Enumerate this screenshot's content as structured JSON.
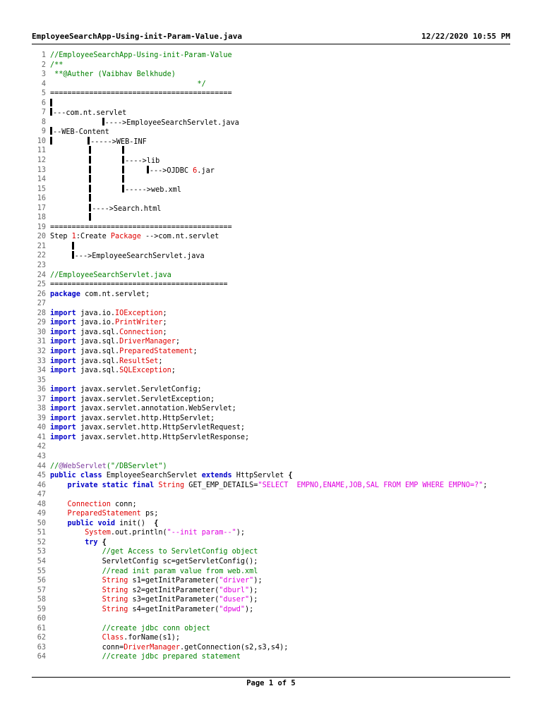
{
  "header": {
    "file_name": "EmployeeSearchApp-Using-init-Param-Value.java",
    "timestamp": "12/22/2020 10:55 PM"
  },
  "footer": {
    "page_label": "Page 1 of 5"
  },
  "colors": {
    "comment": "#008000",
    "keyword": "#0000c8",
    "type": "#e00000",
    "string": "#e000e0"
  },
  "lines": [
    {
      "n": "1",
      "t": [
        [
          "c",
          "//EmployeeSearchApp-Using-init-Param-Value"
        ]
      ]
    },
    {
      "n": "2",
      "t": [
        [
          "c",
          "/**"
        ]
      ]
    },
    {
      "n": "3",
      "t": [
        [
          "c",
          " **@Auther (Vaibhav Belkhude)"
        ]
      ]
    },
    {
      "n": "4",
      "t": [
        [
          "c",
          "                                  */"
        ]
      ]
    },
    {
      "n": "5",
      "t": [
        [
          "n",
          "=========================================="
        ]
      ]
    },
    {
      "n": "6",
      "t": [
        [
          "bar",
          ""
        ]
      ]
    },
    {
      "n": "7",
      "t": [
        [
          "bar",
          ""
        ],
        [
          "n",
          "---com.nt.servlet"
        ]
      ]
    },
    {
      "n": "8",
      "t": [
        [
          "n",
          "            "
        ],
        [
          "bar",
          ""
        ],
        [
          "n",
          "---->EmployeeSearchServlet.java"
        ]
      ]
    },
    {
      "n": "9",
      "t": [
        [
          "bar",
          ""
        ],
        [
          "n",
          "--WEB-Content"
        ]
      ]
    },
    {
      "n": "10",
      "t": [
        [
          "bar",
          ""
        ],
        [
          "n",
          "        "
        ],
        [
          "bar",
          ""
        ],
        [
          "n",
          "----->WEB-INF"
        ]
      ]
    },
    {
      "n": "11",
      "t": [
        [
          "n",
          "         "
        ],
        [
          "bar",
          ""
        ],
        [
          "n",
          "       "
        ],
        [
          "bar",
          ""
        ]
      ]
    },
    {
      "n": "12",
      "t": [
        [
          "n",
          "         "
        ],
        [
          "bar",
          ""
        ],
        [
          "n",
          "       "
        ],
        [
          "bar",
          ""
        ],
        [
          "n",
          "---->lib"
        ]
      ]
    },
    {
      "n": "13",
      "t": [
        [
          "n",
          "         "
        ],
        [
          "bar",
          ""
        ],
        [
          "n",
          "       "
        ],
        [
          "bar",
          ""
        ],
        [
          "n",
          "     "
        ],
        [
          "bar",
          ""
        ],
        [
          "n",
          "--->OJDBC "
        ],
        [
          "t",
          "6"
        ],
        [
          "n",
          ".jar"
        ]
      ]
    },
    {
      "n": "14",
      "t": [
        [
          "n",
          "         "
        ],
        [
          "bar",
          ""
        ],
        [
          "n",
          "       "
        ],
        [
          "bar",
          ""
        ]
      ]
    },
    {
      "n": "15",
      "t": [
        [
          "n",
          "         "
        ],
        [
          "bar",
          ""
        ],
        [
          "n",
          "       "
        ],
        [
          "bar",
          ""
        ],
        [
          "n",
          "----->web.xml"
        ]
      ]
    },
    {
      "n": "16",
      "t": [
        [
          "n",
          "         "
        ],
        [
          "bar",
          ""
        ]
      ]
    },
    {
      "n": "17",
      "t": [
        [
          "n",
          "         "
        ],
        [
          "bar",
          ""
        ],
        [
          "n",
          "---->Search.html"
        ]
      ]
    },
    {
      "n": "18",
      "t": [
        [
          "n",
          "         "
        ],
        [
          "bar",
          ""
        ]
      ]
    },
    {
      "n": "19",
      "t": [
        [
          "n",
          "=========================================="
        ]
      ]
    },
    {
      "n": "20",
      "t": [
        [
          "n",
          "Step "
        ],
        [
          "t",
          "1"
        ],
        [
          "n",
          ":Create "
        ],
        [
          "t",
          "Package"
        ],
        [
          "n",
          " -->com.nt.servlet"
        ]
      ]
    },
    {
      "n": "21",
      "t": [
        [
          "n",
          "     "
        ],
        [
          "bar",
          ""
        ]
      ]
    },
    {
      "n": "22",
      "t": [
        [
          "n",
          "     "
        ],
        [
          "bar",
          ""
        ],
        [
          "n",
          "--->EmployeeSearchServlet.java"
        ]
      ]
    },
    {
      "n": "23",
      "t": [
        [
          "n",
          ""
        ]
      ]
    },
    {
      "n": "24",
      "t": [
        [
          "c",
          "//EmployeeSearchServlet.java"
        ]
      ]
    },
    {
      "n": "25",
      "t": [
        [
          "n",
          "========================================="
        ]
      ]
    },
    {
      "n": "26",
      "t": [
        [
          "k",
          "package"
        ],
        [
          "n",
          " com.nt.servlet;"
        ]
      ]
    },
    {
      "n": "27",
      "t": [
        [
          "n",
          ""
        ]
      ]
    },
    {
      "n": "28",
      "t": [
        [
          "k",
          "import"
        ],
        [
          "n",
          " java.io."
        ],
        [
          "t",
          "IOException"
        ],
        [
          "n",
          ";"
        ]
      ]
    },
    {
      "n": "29",
      "t": [
        [
          "k",
          "import"
        ],
        [
          "n",
          " java.io."
        ],
        [
          "t",
          "PrintWriter"
        ],
        [
          "n",
          ";"
        ]
      ]
    },
    {
      "n": "30",
      "t": [
        [
          "k",
          "import"
        ],
        [
          "n",
          " java.sql."
        ],
        [
          "t",
          "Connection"
        ],
        [
          "n",
          ";"
        ]
      ]
    },
    {
      "n": "31",
      "t": [
        [
          "k",
          "import"
        ],
        [
          "n",
          " java.sql."
        ],
        [
          "t",
          "DriverManager"
        ],
        [
          "n",
          ";"
        ]
      ]
    },
    {
      "n": "32",
      "t": [
        [
          "k",
          "import"
        ],
        [
          "n",
          " java.sql."
        ],
        [
          "t",
          "PreparedStatement"
        ],
        [
          "n",
          ";"
        ]
      ]
    },
    {
      "n": "33",
      "t": [
        [
          "k",
          "import"
        ],
        [
          "n",
          " java.sql."
        ],
        [
          "t",
          "ResultSet"
        ],
        [
          "n",
          ";"
        ]
      ]
    },
    {
      "n": "34",
      "t": [
        [
          "k",
          "import"
        ],
        [
          "n",
          " java.sql."
        ],
        [
          "t",
          "SQLException"
        ],
        [
          "n",
          ";"
        ]
      ]
    },
    {
      "n": "35",
      "t": [
        [
          "n",
          ""
        ]
      ]
    },
    {
      "n": "36",
      "t": [
        [
          "k",
          "import"
        ],
        [
          "n",
          " javax.servlet.ServletConfig;"
        ]
      ]
    },
    {
      "n": "37",
      "t": [
        [
          "k",
          "import"
        ],
        [
          "n",
          " javax.servlet.ServletException;"
        ]
      ]
    },
    {
      "n": "38",
      "t": [
        [
          "k",
          "import"
        ],
        [
          "n",
          " javax.servlet.annotation.WebServlet;"
        ]
      ]
    },
    {
      "n": "39",
      "t": [
        [
          "k",
          "import"
        ],
        [
          "n",
          " javax.servlet.http.HttpServlet;"
        ]
      ]
    },
    {
      "n": "40",
      "t": [
        [
          "k",
          "import"
        ],
        [
          "n",
          " javax.servlet.http.HttpServletRequest;"
        ]
      ]
    },
    {
      "n": "41",
      "t": [
        [
          "k",
          "import"
        ],
        [
          "n",
          " javax.servlet.http.HttpServletResponse;"
        ]
      ]
    },
    {
      "n": "42",
      "t": [
        [
          "n",
          ""
        ]
      ]
    },
    {
      "n": "43",
      "t": [
        [
          "n",
          ""
        ]
      ]
    },
    {
      "n": "44",
      "t": [
        [
          "c",
          "//"
        ],
        [
          "ann",
          "@WebServlet"
        ],
        [
          "c",
          "(\"/DBServlet\")"
        ]
      ]
    },
    {
      "n": "45",
      "t": [
        [
          "k",
          "public class"
        ],
        [
          "n",
          " EmployeeSearchServlet "
        ],
        [
          "k",
          "extends"
        ],
        [
          "n",
          " HttpServlet "
        ],
        [
          "b",
          "{"
        ]
      ]
    },
    {
      "n": "46",
      "t": [
        [
          "n",
          "    "
        ],
        [
          "k",
          "private static final"
        ],
        [
          "n",
          " "
        ],
        [
          "t",
          "String"
        ],
        [
          "n",
          " GET_EMP_DETAILS="
        ],
        [
          "s",
          "\"SELECT  EMPNO,ENAME,JOB,SAL FROM EMP WHERE EMPNO=?\""
        ],
        [
          "n",
          ";"
        ]
      ]
    },
    {
      "n": "47",
      "t": [
        [
          "n",
          ""
        ]
      ]
    },
    {
      "n": "48",
      "t": [
        [
          "n",
          "    "
        ],
        [
          "t",
          "Connection"
        ],
        [
          "n",
          " conn;"
        ]
      ]
    },
    {
      "n": "49",
      "t": [
        [
          "n",
          "    "
        ],
        [
          "t",
          "PreparedStatement"
        ],
        [
          "n",
          " ps;"
        ]
      ]
    },
    {
      "n": "50",
      "t": [
        [
          "n",
          "    "
        ],
        [
          "k",
          "public void"
        ],
        [
          "n",
          " init()  "
        ],
        [
          "b",
          "{"
        ]
      ]
    },
    {
      "n": "51",
      "t": [
        [
          "n",
          "        "
        ],
        [
          "t",
          "System"
        ],
        [
          "n",
          ".out.println("
        ],
        [
          "s",
          "\"--init param--\""
        ],
        [
          "n",
          ");"
        ]
      ]
    },
    {
      "n": "52",
      "t": [
        [
          "n",
          "        "
        ],
        [
          "k",
          "try"
        ],
        [
          "n",
          " "
        ],
        [
          "b",
          "{"
        ]
      ]
    },
    {
      "n": "53",
      "t": [
        [
          "n",
          "            "
        ],
        [
          "c",
          "//get Access to ServletConfig object"
        ]
      ]
    },
    {
      "n": "54",
      "t": [
        [
          "n",
          "            ServletConfig sc=getServletConfig();"
        ]
      ]
    },
    {
      "n": "55",
      "t": [
        [
          "n",
          "            "
        ],
        [
          "c",
          "//read init param value from web.xml"
        ]
      ]
    },
    {
      "n": "56",
      "t": [
        [
          "n",
          "            "
        ],
        [
          "t",
          "String"
        ],
        [
          "n",
          " s1=getInitParameter("
        ],
        [
          "s",
          "\"driver\""
        ],
        [
          "n",
          ");"
        ]
      ]
    },
    {
      "n": "57",
      "t": [
        [
          "n",
          "            "
        ],
        [
          "t",
          "String"
        ],
        [
          "n",
          " s2=getInitParameter("
        ],
        [
          "s",
          "\"dburl\""
        ],
        [
          "n",
          ");"
        ]
      ]
    },
    {
      "n": "58",
      "t": [
        [
          "n",
          "            "
        ],
        [
          "t",
          "String"
        ],
        [
          "n",
          " s3=getInitParameter("
        ],
        [
          "s",
          "\"duser\""
        ],
        [
          "n",
          ");"
        ]
      ]
    },
    {
      "n": "59",
      "t": [
        [
          "n",
          "            "
        ],
        [
          "t",
          "String"
        ],
        [
          "n",
          " s4=getInitParameter("
        ],
        [
          "s",
          "\"dpwd\""
        ],
        [
          "n",
          ");"
        ]
      ]
    },
    {
      "n": "60",
      "t": [
        [
          "n",
          ""
        ]
      ]
    },
    {
      "n": "61",
      "t": [
        [
          "n",
          "            "
        ],
        [
          "c",
          "//create jdbc conn object"
        ]
      ]
    },
    {
      "n": "62",
      "t": [
        [
          "n",
          "            "
        ],
        [
          "t",
          "Class"
        ],
        [
          "n",
          ".forName(s1);"
        ]
      ]
    },
    {
      "n": "63",
      "t": [
        [
          "n",
          "            conn="
        ],
        [
          "t",
          "DriverManager"
        ],
        [
          "n",
          ".getConnection(s2,s3,s4);"
        ]
      ]
    },
    {
      "n": "64",
      "t": [
        [
          "n",
          "            "
        ],
        [
          "c",
          "//create jdbc prepared statement"
        ]
      ]
    }
  ]
}
